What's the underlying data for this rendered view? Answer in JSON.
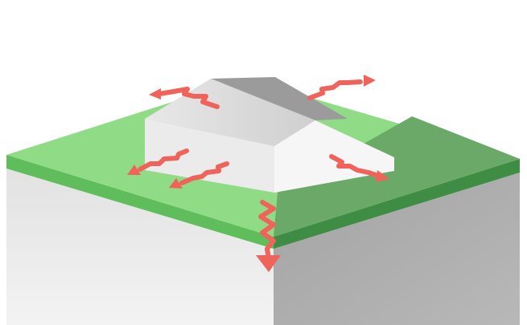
{
  "diagram": {
    "subject": "house-on-ground-block",
    "colors": {
      "background": "#ffffff",
      "grass_top": "#8fdb86",
      "grass_top_shade": "#6aa968",
      "grass_front_edge": "#5fbd5c",
      "grass_right_edge": "#3f8d45",
      "soil_front": "#e6e6e6",
      "soil_right": "#a9a9a9",
      "house_front": "#ebebeb",
      "house_gable": "#f6f6f6",
      "roof_left": "#dedede",
      "roof_back": "#9b9b9b",
      "arrow": "#f0635a"
    },
    "icons": [
      "heat-flow-arrow-upper-left",
      "heat-flow-arrow-upper-right",
      "heat-flow-arrow-front-left",
      "heat-flow-arrow-front-center",
      "heat-flow-arrow-gable-right",
      "heat-flow-arrow-down-into-ground"
    ]
  }
}
